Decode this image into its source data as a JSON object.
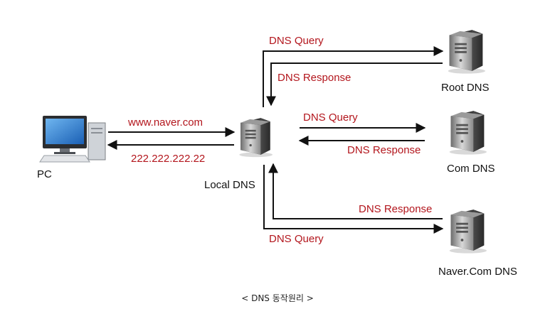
{
  "nodes": {
    "pc": "PC",
    "local_dns": "Local DNS",
    "root_dns": "Root DNS",
    "com_dns": "Com DNS",
    "naver_com_dns": "Naver.Com DNS"
  },
  "arrows": {
    "pc_request": "www.naver.com",
    "pc_reply": "222.222.222.22",
    "root_query": "DNS Query",
    "root_response": "DNS Response",
    "com_query": "DNS Query",
    "com_response": "DNS Response",
    "naver_query": "DNS Query",
    "naver_response": "DNS Response"
  },
  "caption": "< DNS 동작원리 >",
  "colors": {
    "label": "#b3161d",
    "arrow": "#111111"
  }
}
